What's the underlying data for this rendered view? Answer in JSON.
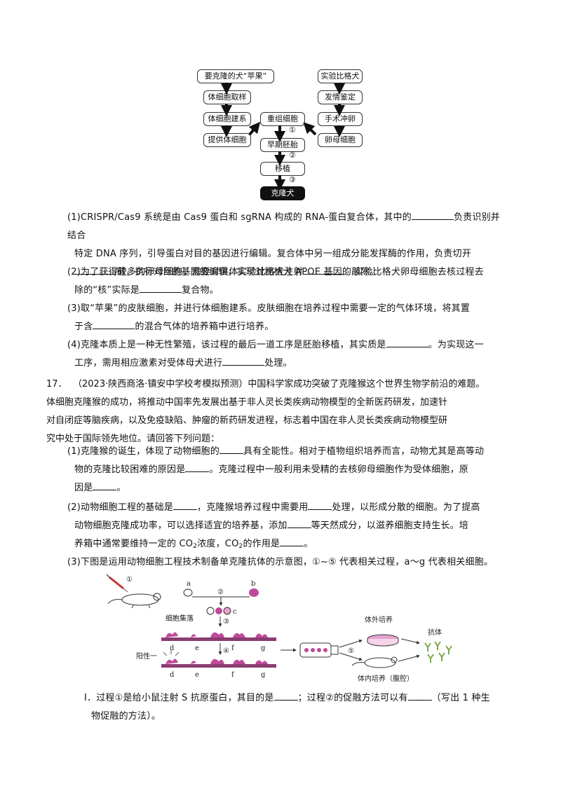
{
  "flowchart": {
    "left_column": [
      "要克隆的犬“苹果”",
      "体细胞取样",
      "体细胞建系",
      "提供体细胞"
    ],
    "right_column": [
      "实验比格犬",
      "发情鉴定",
      "手术冲卵",
      "卵母细胞"
    ],
    "center_column": [
      "重组细胞",
      "早期胚胎",
      "移植",
      "克隆犬"
    ],
    "step_labels": [
      "①",
      "②",
      "③"
    ]
  },
  "q16": {
    "p1_a": "(1)CRISPR/Cas9 系统是由 Cas9 蛋白和 sgRNA 构成的 RNA-蛋白复合体，其中的",
    "p1_b": "负责识别并结合",
    "p1_c": "特定 DNA 序列，引导蛋白对目的基因进行编辑。复合体中另一组成分能发挥酶的作用，负责切开",
    "p1_d": "键，执行对目的基因的编辑，实现对比格犬 APOE 基因的敲除。",
    "p2_a": "(2)为了获得较多的卵母细胞，需要对供体实验比格犬注射",
    "p2_b": "。实验比格犬卵母细胞去核过程去",
    "p2_c": "除的“核”实际是",
    "p2_d": "复合物。",
    "p3_a": "(3)取“苹果”的皮肤细胞，并进行体细胞建系。皮肤细胞在培养过程中需要一定的气体环境，将其置",
    "p3_b": "于含",
    "p3_c": "的混合气体的培养箱中进行培养。",
    "p4_a": "(4)克隆本质上是一种无性繁殖，该过程的最后一道工序是胚胎移植，其实质是",
    "p4_b": "。为实现这一",
    "p4_c": "工序，需用相应激素对受体母犬进行",
    "p4_d": "处理。"
  },
  "q17": {
    "number": "17．",
    "intro_a": "（2023·陕西商洛·镇安中学校考模拟预测）中国科学家成功突破了克隆猴这个世界生物学前沿的难题。",
    "intro_b": "体细胞克隆猴的成功，将推动中国率先发展出基于非人灵长类疾病动物模型的全新医药研发，加速针",
    "intro_c": "对自闭症等脑疾病，以及免疫缺陷、肿瘤的新药研发进程，标志着中国在非人灵长类疾病动物模型研",
    "intro_d": "究中处于国际领先地位。请回答下列问题：",
    "p1_a": "(1)克隆猴的诞生，体现了动物细胞的",
    "p1_b": "具有全能性。相对于植物组织培养而言，动物尤其是高等动",
    "p1_c": "物的克隆比较困难的原因是",
    "p1_d": "。克隆过程中一般利用未受精的去核卵母细胞作为受体细胞，原",
    "p1_e": "因是",
    "p1_f": "。",
    "p2_a": "(2)动物细胞工程的基础是",
    "p2_b": "，克隆猴培养过程中需要用",
    "p2_c": "处理，以形成分散的细胞。为了提高",
    "p2_d": "动物细胞克隆成功率，可以选择适宜的培养基，添加",
    "p2_e": "等天然成分，以滋养细胞支持生长。培",
    "p2_f": "养箱中通常要维持一定的 CO",
    "p2_g": "2",
    "p2_h": "浓度，CO",
    "p2_i": "2",
    "p2_j": "的作用是",
    "p2_k": "。",
    "p3": "(3)下图是运用动物细胞工程技术制备单克隆抗体的示意图，①~⑤ 代表相关过程，a～g 代表相关细胞。",
    "pI_a": "I．过程①是给小鼠注射 S 抗原蛋白，其目的是",
    "pI_b": "；过程②的促融方法可以有",
    "pI_c": "（写出 1 种生",
    "pI_d": "物促融的方法）。"
  },
  "figure": {
    "labels": {
      "a": "a",
      "b": "b",
      "c": "c",
      "d": "d",
      "e": "e",
      "f": "f",
      "g": "g",
      "s1": "①",
      "s2": "②",
      "s3": "③",
      "s4": "④",
      "s5": "⑤",
      "colony": "细胞集落",
      "positive": "阳性一",
      "in_vitro": "体外培养",
      "in_vivo": "体内培养（腹腔）",
      "antibody": "抗体"
    },
    "colors": {
      "cell": "#c04a9a",
      "cell_light": "#e7a2cf",
      "antibody": "#7aa84a"
    }
  }
}
